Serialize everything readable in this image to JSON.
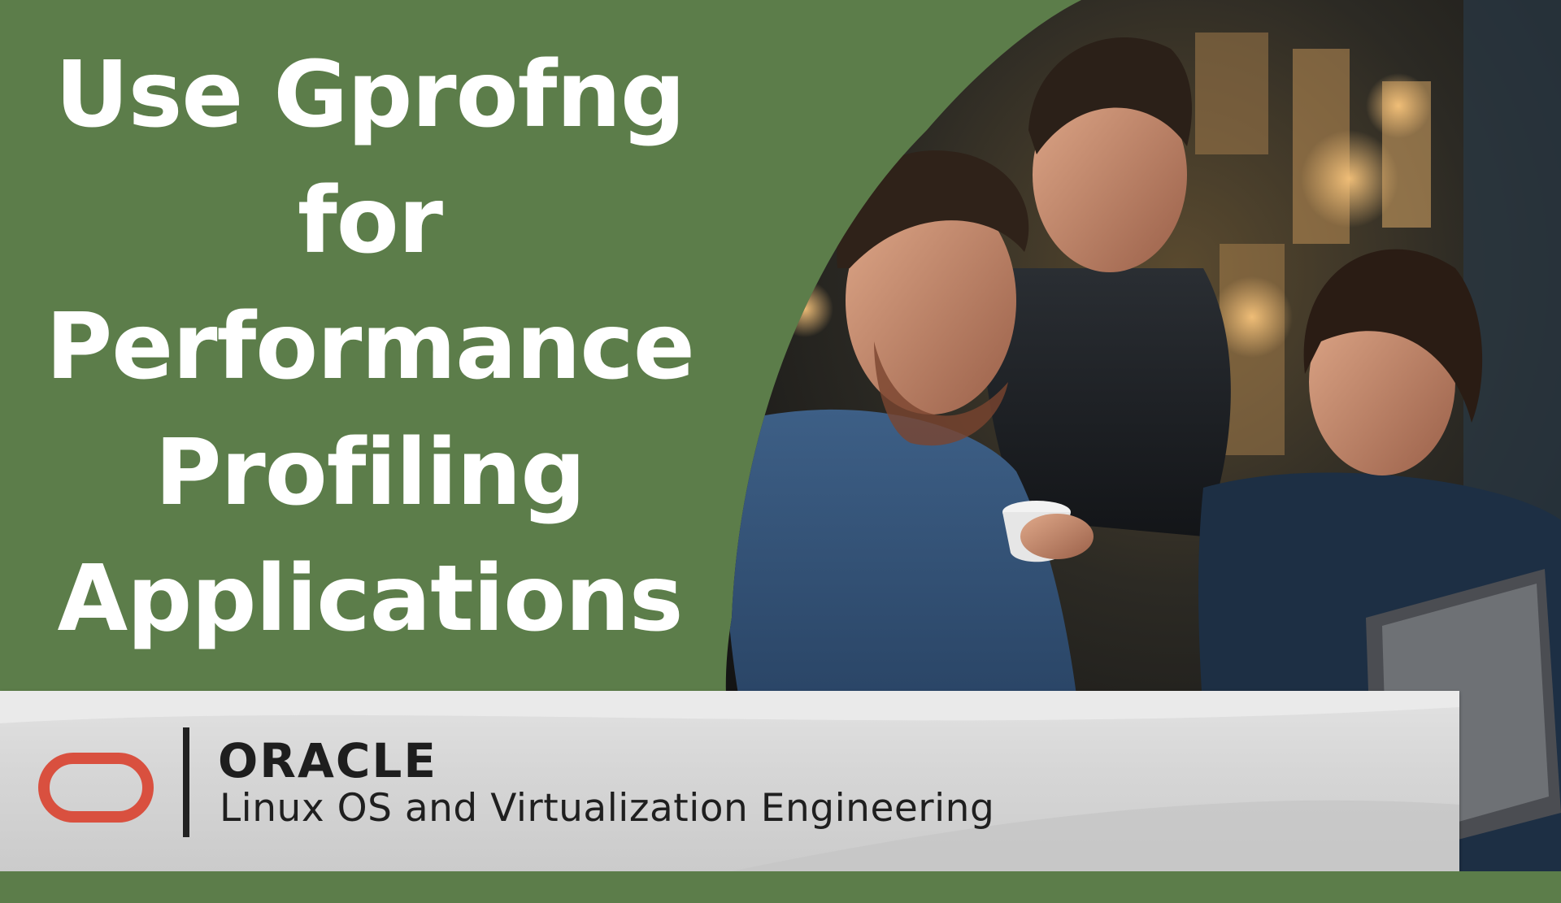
{
  "title": {
    "lines": [
      "Use Gprofng",
      "for",
      "Performance",
      "Profiling",
      "Applications"
    ]
  },
  "banner": {
    "brand": "ORACLE",
    "tagline": "Linux OS and Virtualization Engineering"
  },
  "colors": {
    "green": "#5c7d4a",
    "title_text": "#ffffff",
    "oracle_red": "#d9503f",
    "banner_gray": "#d6d6d6"
  },
  "icons": {
    "logo": "oracle-logo-icon"
  }
}
